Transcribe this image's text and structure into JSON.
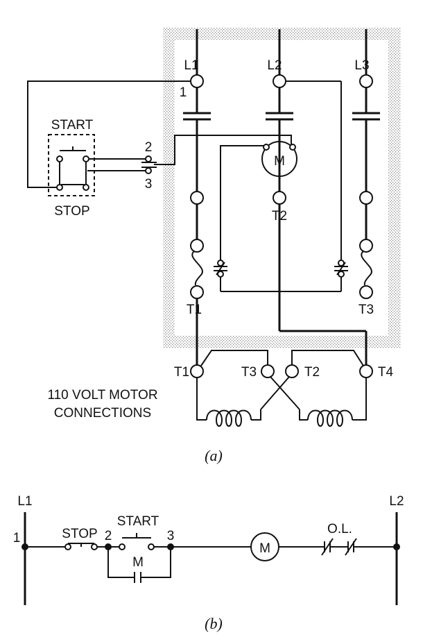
{
  "diagram_a": {
    "line_labels": [
      "L1",
      "L2",
      "L3"
    ],
    "terminal_1": "1",
    "control_station": {
      "start": "START",
      "stop": "STOP"
    },
    "aux_terminals": [
      "2",
      "3"
    ],
    "coil": "M",
    "load_terminals": [
      "T2",
      "T1",
      "T3"
    ],
    "motor_terminals": [
      "T1",
      "T3",
      "T2",
      "T4"
    ],
    "note_line1": "110 VOLT MOTOR",
    "note_line2": "CONNECTIONS",
    "caption": "(a)"
  },
  "diagram_b": {
    "rails": [
      "L1",
      "L2"
    ],
    "wire_numbers": [
      "1",
      "2",
      "3"
    ],
    "stop": "STOP",
    "start": "START",
    "seal_in": "M",
    "coil": "M",
    "overload": "O.L.",
    "caption": "(b)"
  }
}
